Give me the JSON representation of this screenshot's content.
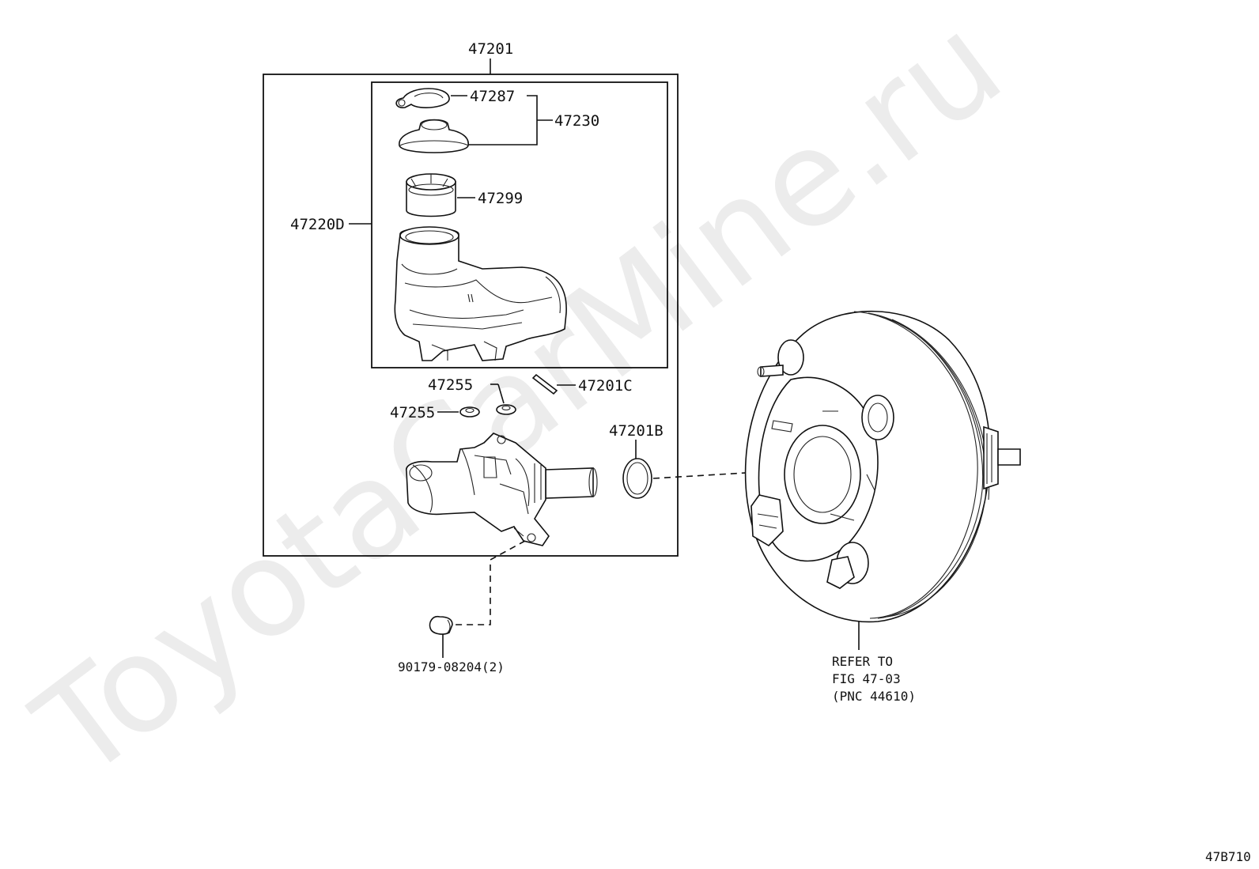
{
  "watermark": "ToyotaCarMine.ru",
  "diagram_code": "47B710",
  "callouts": {
    "p47201": "47201",
    "p47287": "47287",
    "p47230": "47230",
    "p47299": "47299",
    "p47220D": "47220D",
    "p47255_upper": "47255",
    "p47255_lower": "47255",
    "p47201C": "47201C",
    "p47201B": "47201B",
    "p90179": "90179-08204(2)"
  },
  "reference_note": {
    "line1": "REFER TO",
    "line2": "FIG 47-03",
    "line3": "(PNC 44610)"
  }
}
